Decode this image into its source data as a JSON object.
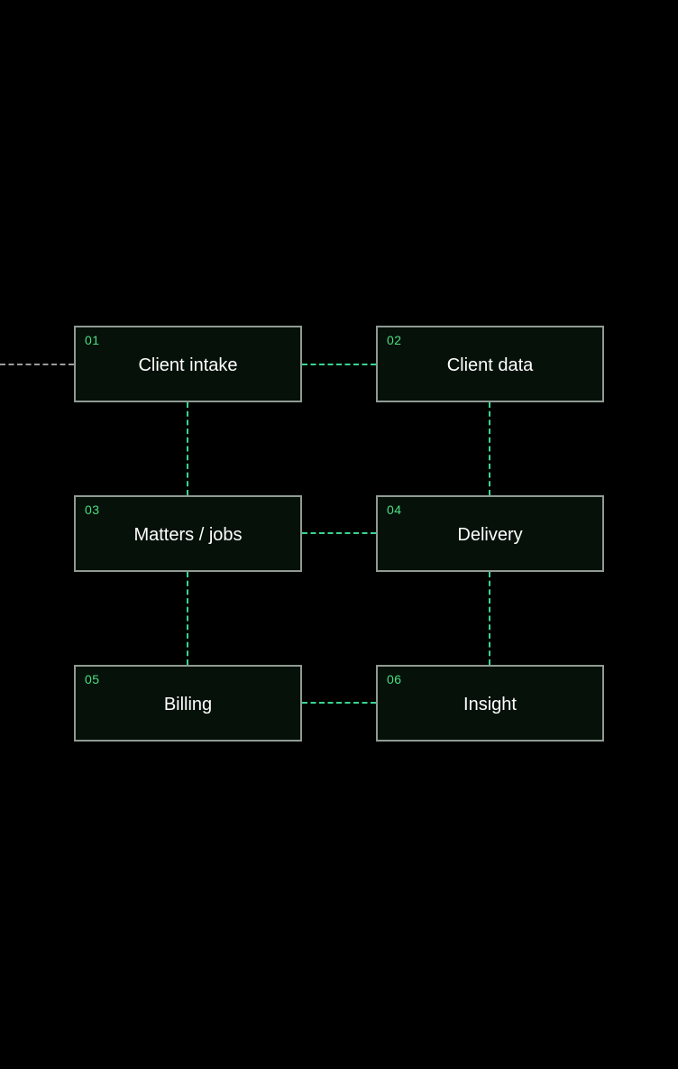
{
  "diagram": {
    "type": "flow-grid",
    "description": "Six numbered stage boxes in a 2x3 grid connected by dashed lines, with one dashed incoming line from the left edge"
  },
  "colors": {
    "background": "#000000",
    "node_fill": "#06110a",
    "node_border": "#8f9a93",
    "node_number": "#4ade80",
    "node_label": "#ffffff",
    "connector_green": "#37d592",
    "connector_gray": "#9b9b9b"
  },
  "nodes": [
    {
      "number": "01",
      "label": "Client intake"
    },
    {
      "number": "02",
      "label": "Client data"
    },
    {
      "number": "03",
      "label": "Matters / jobs"
    },
    {
      "number": "04",
      "label": "Delivery"
    },
    {
      "number": "05",
      "label": "Billing"
    },
    {
      "number": "06",
      "label": "Insight"
    }
  ],
  "connections": [
    {
      "from": "external-left",
      "to": "01",
      "style": "dashed-gray",
      "orientation": "horizontal"
    },
    {
      "from": "01",
      "to": "02",
      "style": "dashed-green",
      "orientation": "horizontal"
    },
    {
      "from": "01",
      "to": "03",
      "style": "dashed-green",
      "orientation": "vertical"
    },
    {
      "from": "02",
      "to": "04",
      "style": "dashed-green",
      "orientation": "vertical"
    },
    {
      "from": "03",
      "to": "04",
      "style": "dashed-green",
      "orientation": "horizontal"
    },
    {
      "from": "03",
      "to": "05",
      "style": "dashed-green",
      "orientation": "vertical"
    },
    {
      "from": "04",
      "to": "06",
      "style": "dashed-green",
      "orientation": "vertical"
    },
    {
      "from": "05",
      "to": "06",
      "style": "dashed-green",
      "orientation": "horizontal"
    }
  ]
}
